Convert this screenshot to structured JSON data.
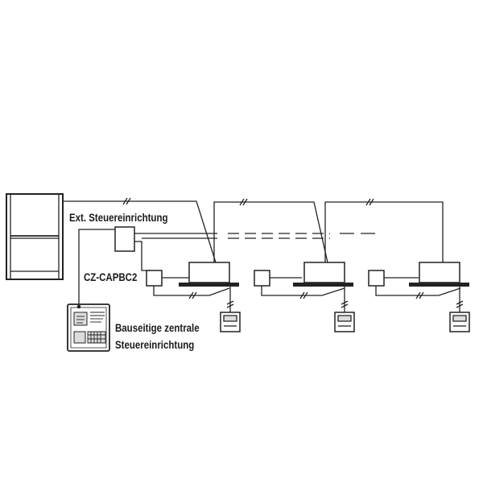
{
  "labels": {
    "external_control": "Ext. Steuereinrichtung",
    "adapter": "CZ-CAPBC2",
    "central_control_line1": "Bauseitige zentrale",
    "central_control_line2": "Steuereinrichtung"
  },
  "colors": {
    "line": "#222222",
    "panel_fill": "#dddddd",
    "background": "#ffffff"
  },
  "indoor_unit_count": 3
}
